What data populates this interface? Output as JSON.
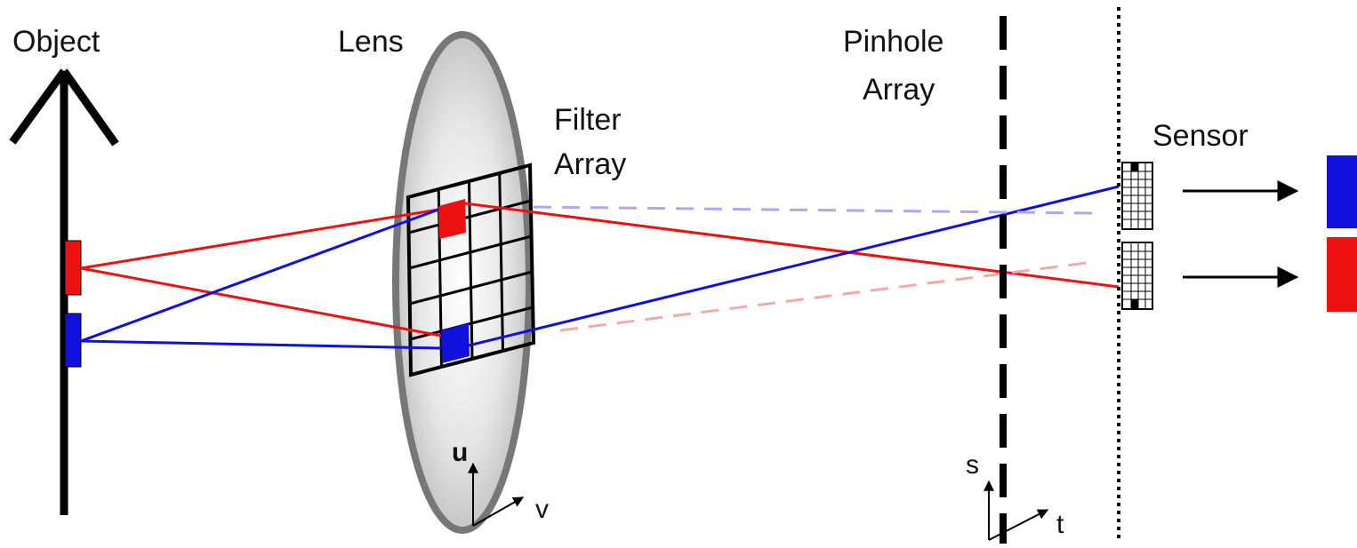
{
  "labels": {
    "object": "Object",
    "lens": "Lens",
    "filter_array_line1": "Filter",
    "filter_array_line2": "Array",
    "pinhole_array_line1": "Pinhole",
    "pinhole_array_line2": "Array",
    "sensor": "Sensor"
  },
  "axes": {
    "lens_u": "u",
    "lens_v": "v",
    "pinhole_s": "s",
    "pinhole_t": "t"
  },
  "colors": {
    "red": "#ee1111",
    "blue": "#1111dd",
    "red_faded": "#f4a9a9",
    "blue_faded": "#a9a9f4",
    "black": "#000000",
    "lens_border": "#777777"
  },
  "filter_grid": {
    "rows": 5,
    "cols": 4
  }
}
